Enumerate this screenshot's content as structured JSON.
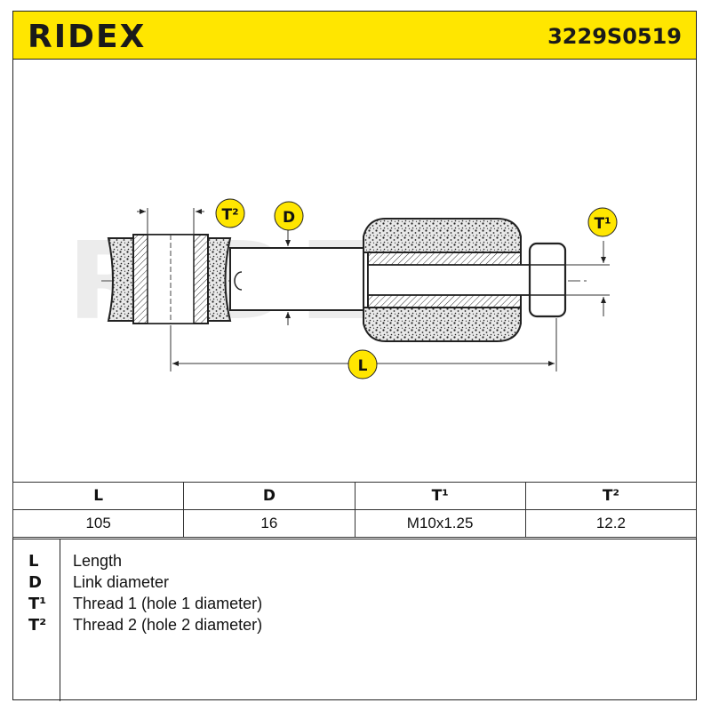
{
  "header": {
    "brand": "RIDEX",
    "part_number": "3229S0519",
    "accent_color": "#ffe600"
  },
  "drawing": {
    "watermark": "RIDEX",
    "labels": {
      "T2": "T²",
      "D": "D",
      "T1": "T¹",
      "L": "L"
    }
  },
  "spec_table": {
    "headers": [
      "L",
      "D",
      "T¹",
      "T²"
    ],
    "values": [
      "105",
      "16",
      "M10x1.25",
      "12.2"
    ]
  },
  "legend": [
    {
      "key": "L",
      "desc": "Length"
    },
    {
      "key": "D",
      "desc": "Link diameter"
    },
    {
      "key": "T¹",
      "desc": "Thread 1 (hole 1 diameter)"
    },
    {
      "key": "T²",
      "desc": "Thread 2 (hole 2 diameter)"
    }
  ]
}
